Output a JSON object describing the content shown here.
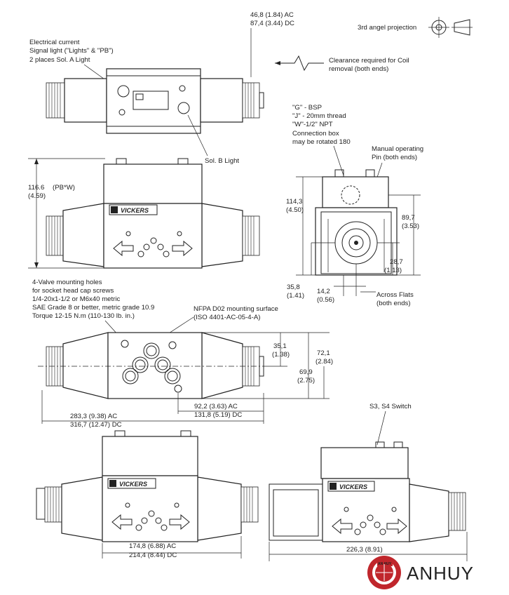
{
  "labels": {
    "ac_dc_top_1": "46,8 (1.84) AC",
    "ac_dc_top_2": "87,4 (3.44) DC",
    "projection": "3rd angel projection",
    "elec_1": "Electrical current",
    "elec_2": "Signal light (\"Lights\" & \"PB\")",
    "elec_3": "2 places Sol. A Light",
    "clearance_1": "Clearance required for Coil",
    "clearance_2": "removal (both ends)",
    "sol_b": "Sol. B Light",
    "g_bsp": "\"G\" - BSP",
    "j_thread": "\"J\" - 20mm thread",
    "w_npt": "\"W\"-1/2\" NPT",
    "conn_1": "Connection box",
    "conn_2": "may be rotated 180",
    "manual_1": "Manual operating",
    "manual_2": "Pin (both ends)",
    "h116_1": "116.6",
    "h116_2": "(4.59)",
    "pbw": "(PB*W)",
    "h114_1": "114,3",
    "h114_2": "(4.50)",
    "h89_1": "89,7",
    "h89_2": "(3.53)",
    "h28_1": "28,7",
    "h28_2": "(1.13)",
    "h35_1": "35,8",
    "h35_2": "(1.41)",
    "h14_1": "14,2",
    "h14_2": "(0.56)",
    "across_1": "Across Flats",
    "across_2": "(both ends)",
    "valve_1": "4-Valve mounting holes",
    "valve_2": "for socket head cap screws",
    "valve_3": "1/4-20x1-1/2 or M6x40 metric",
    "valve_4": "SAE Grade 8 or better, metric grade 10.9",
    "valve_5": "Torque 12-15 N.m (110-130 lb. in.)",
    "nfpa_1": "NFPA D02 mounting surface",
    "nfpa_2": "(ISO 4401-AC-05-4-A)",
    "d35_1": "35,1",
    "d35_2": "(1.38)",
    "d72_1": "72,1",
    "d72_2": "(2.84)",
    "d69_1": "69,9",
    "d69_2": "(2.75)",
    "d92_1": "92,2 (3.63) AC",
    "d92_2": "131,8 (5.19) DC",
    "d283_1": "283,3 (9.38) AC",
    "d283_2": "316,7 (12.47) DC",
    "switch": "S3, S4 Switch",
    "d174_1": "174,8 (6.88) AC",
    "d174_2": "214,4 (8.44) DC",
    "d226": "226,3 (8.91)"
  },
  "brand": {
    "logo_text": "VICKERS",
    "company": "ANHUY",
    "badge": "AN HUY",
    "color": "#c0262c"
  }
}
